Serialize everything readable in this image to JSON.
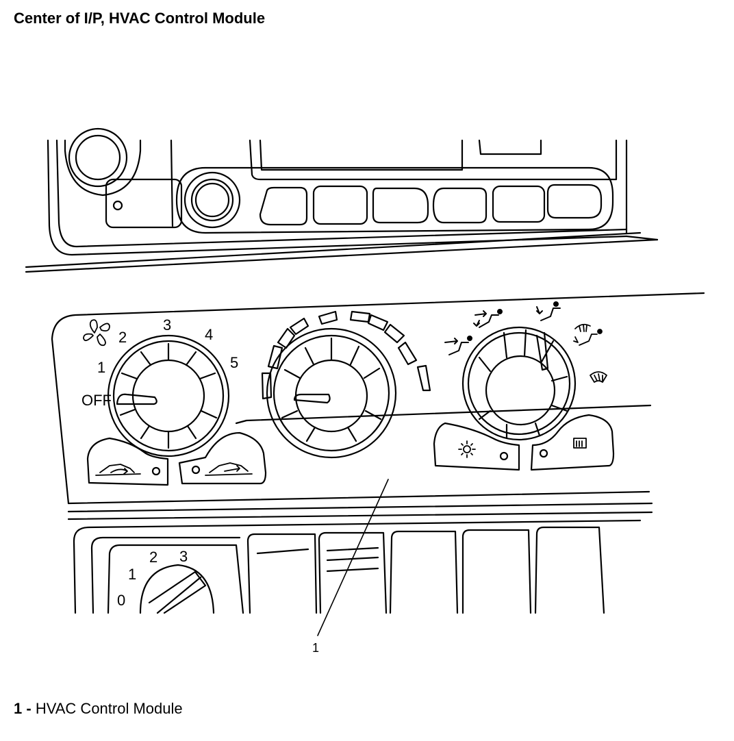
{
  "title": "Center of I/P, HVAC Control Module",
  "callout": "1",
  "legend": {
    "number": "1",
    "separator": "-",
    "text": "HVAC Control Module"
  },
  "fan_labels": [
    "OFF",
    "1",
    "2",
    "3",
    "4",
    "5"
  ],
  "lower_knob_labels": [
    "0",
    "1",
    "2",
    "3"
  ],
  "icons": [
    "fan-icon",
    "recirculation-icon",
    "outside-air-icon",
    "vent-mode-icon",
    "bi-level-mode-icon",
    "floor-mode-icon",
    "defog-mode-icon",
    "defrost-mode-icon",
    "ac-snowflake-icon",
    "rear-defog-icon"
  ]
}
